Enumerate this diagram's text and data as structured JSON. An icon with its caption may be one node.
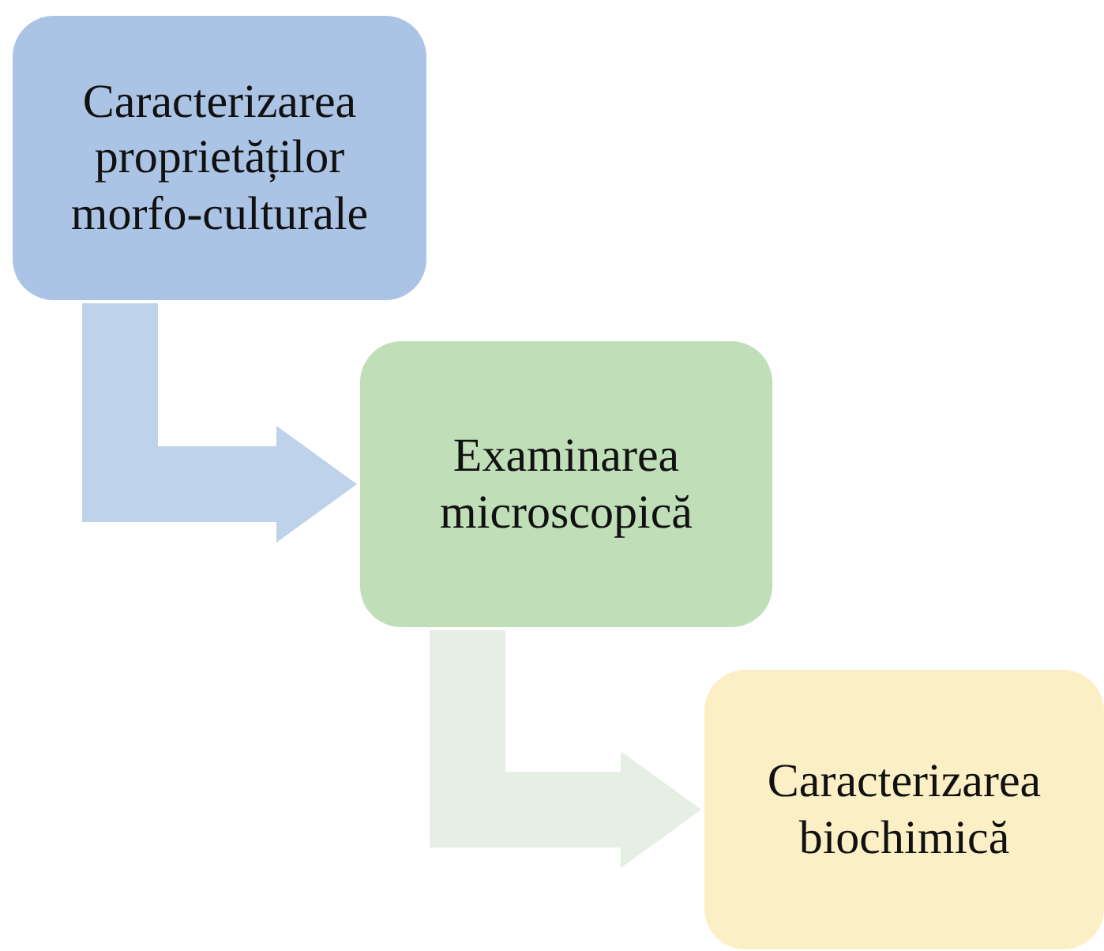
{
  "diagram": {
    "nodes": [
      {
        "text": [
          "Caracterizarea proprietăților morfo-culturale"
        ]
      },
      {
        "text": [
          "Examinarea microscopică"
        ]
      },
      {
        "text": [
          "Caracterizarea biochimică"
        ]
      }
    ],
    "edges": [
      {
        "from": 0,
        "to": 1,
        "arrow": "to",
        "style": "thick",
        "color": "#bed3ea"
      },
      {
        "from": 1,
        "to": 2,
        "arrow": "to",
        "style": "thick",
        "color": "#e5efe3"
      }
    ]
  }
}
